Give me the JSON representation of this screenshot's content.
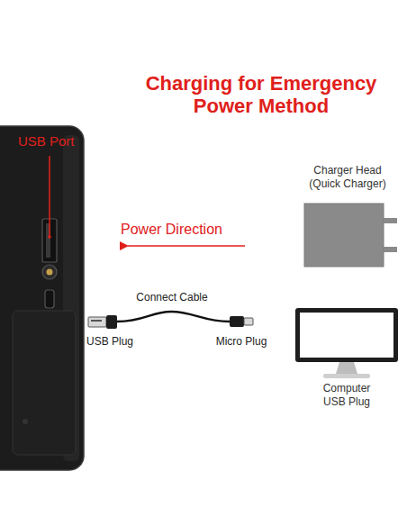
{
  "diagram": {
    "title": "Charging for Emergency Power Method",
    "nodes": [
      {
        "text": [
          "Charger Head (Quick Charger)"
        ]
      },
      {
        "text": [
          "Computer USB Plug"
        ]
      }
    ],
    "labels": [
      "USB Port",
      "Power Direction",
      "Connect Cable",
      "USB Plug",
      "Micro Plug"
    ]
  }
}
